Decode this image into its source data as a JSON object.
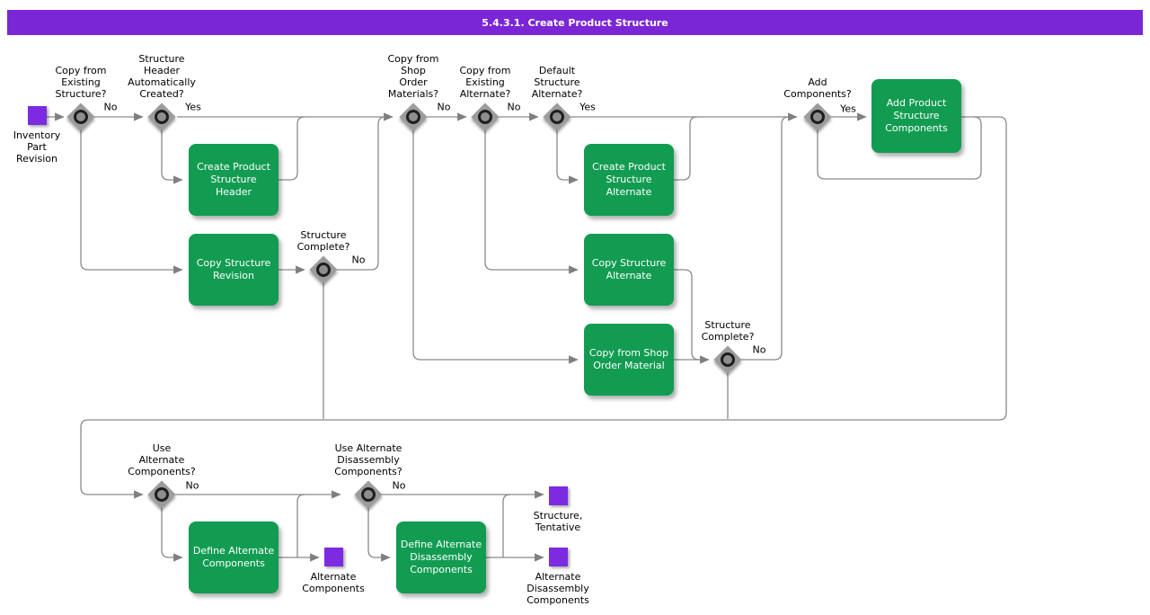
{
  "title": "5.4.3.1. Create Product Structure",
  "colors": {
    "title_bar": "#7b26d6",
    "activity_green": "#129c52",
    "store_purple": "#7c2be0",
    "line_gray": "#8a8a8a",
    "diamond_gray": "#9c9c9c"
  },
  "activities": [
    {
      "id": "create-product-structure-header",
      "label": "Create Product\nStructure\nHeader"
    },
    {
      "id": "copy-structure-revision",
      "label": "Copy Structure\nRevision"
    },
    {
      "id": "create-product-structure-alternate",
      "label": "Create Product\nStructure\nAlternate"
    },
    {
      "id": "copy-structure-alternate",
      "label": "Copy Structure\nAlternate"
    },
    {
      "id": "copy-from-shop-order-material",
      "label": "Copy from Shop\nOrder Material"
    },
    {
      "id": "add-product-structure-components",
      "label": "Add Product\nStructure\nComponents"
    },
    {
      "id": "define-alternate-components",
      "label": "Define Alternate\nComponents"
    },
    {
      "id": "define-alternate-disassembly-components",
      "label": "Define Alternate\nDisassembly\nComponents"
    }
  ],
  "decisions": [
    {
      "id": "copy-from-existing-structure",
      "label": "Copy from\nExisting\nStructure?"
    },
    {
      "id": "structure-header-automatically-created",
      "label": "Structure\nHeader\nAutomatically\nCreated?"
    },
    {
      "id": "copy-from-shop-order-materials",
      "label": "Copy from\nShop\nOrder\nMaterials?"
    },
    {
      "id": "copy-from-existing-alternate",
      "label": "Copy from\nExisting\nAlternate?"
    },
    {
      "id": "default-structure-alternate",
      "label": "Default\nStructure\nAlternate?"
    },
    {
      "id": "add-components",
      "label": "Add\nComponents?"
    },
    {
      "id": "structure-complete-1",
      "label": "Structure\nComplete?"
    },
    {
      "id": "structure-complete-2",
      "label": "Structure\nComplete?"
    },
    {
      "id": "use-alternate-components",
      "label": "Use\nAlternate\nComponents?"
    },
    {
      "id": "use-alternate-disassembly-components",
      "label": "Use Alternate\nDisassembly\nComponents?"
    }
  ],
  "stores": [
    {
      "id": "inventory-part-revision",
      "label": "Inventory\nPart\nRevision"
    },
    {
      "id": "alternate-components",
      "label": "Alternate\nComponents"
    },
    {
      "id": "structure-tentative",
      "label": "Structure,\nTentative"
    },
    {
      "id": "alternate-disassembly-components",
      "label": "Alternate\nDisassembly\nComponents"
    }
  ],
  "edge_labels": [
    {
      "id": "no-after-copy-from-existing-structure",
      "text": "No"
    },
    {
      "id": "yes-after-structure-header-automatically-created",
      "text": "Yes"
    },
    {
      "id": "no-after-copy-from-shop-order-materials",
      "text": "No"
    },
    {
      "id": "no-after-copy-from-existing-alternate",
      "text": "No"
    },
    {
      "id": "yes-after-default-structure-alternate",
      "text": "Yes"
    },
    {
      "id": "yes-after-add-components",
      "text": "Yes"
    },
    {
      "id": "no-after-structure-complete-1",
      "text": "No"
    },
    {
      "id": "no-after-structure-complete-2",
      "text": "No"
    },
    {
      "id": "no-after-use-alternate-components",
      "text": "No"
    },
    {
      "id": "no-after-use-alternate-disassembly-components",
      "text": "No"
    }
  ]
}
